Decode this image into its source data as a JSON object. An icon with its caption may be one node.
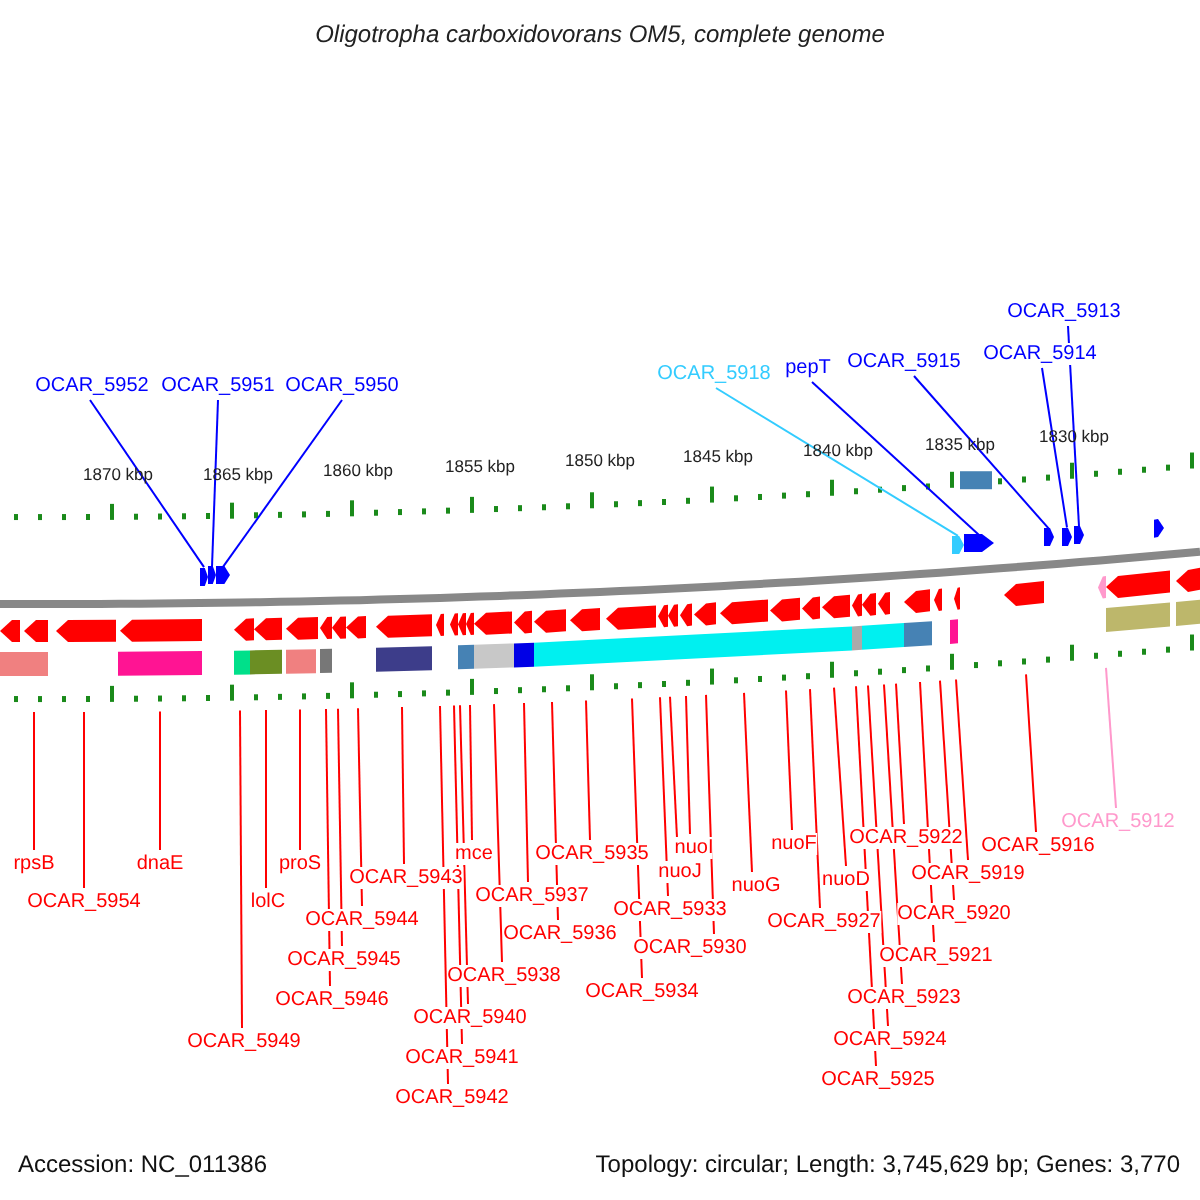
{
  "diagram": {
    "title": "Oligotropha carboxidovorans OM5, complete genome",
    "nodes": [
      {
        "text": [
          "OCAR_5952"
        ]
      },
      {
        "text": [
          "OCAR_5951"
        ]
      },
      {
        "text": [
          "OCAR_5950"
        ]
      },
      {
        "text": [
          "OCAR_5918"
        ]
      },
      {
        "text": [
          "pepT"
        ]
      },
      {
        "text": [
          "OCAR_5915"
        ]
      },
      {
        "text": [
          "OCAR_5914"
        ]
      },
      {
        "text": [
          "OCAR_5913"
        ]
      },
      {
        "text": [
          "rpsB"
        ]
      },
      {
        "text": [
          "OCAR_5954"
        ]
      },
      {
        "text": [
          "dnaE"
        ]
      },
      {
        "text": [
          "lolC"
        ]
      },
      {
        "text": [
          "proS"
        ]
      },
      {
        "text": [
          "OCAR_5943"
        ]
      },
      {
        "text": [
          "OCAR_5944"
        ]
      },
      {
        "text": [
          "OCAR_5945"
        ]
      },
      {
        "text": [
          "OCAR_5946"
        ]
      },
      {
        "text": [
          "OCAR_5949"
        ]
      },
      {
        "text": [
          "mce"
        ]
      },
      {
        "text": [
          "OCAR_5937"
        ]
      },
      {
        "text": [
          "OCAR_5936"
        ]
      },
      {
        "text": [
          "OCAR_5938"
        ]
      },
      {
        "text": [
          "OCAR_5940"
        ]
      },
      {
        "text": [
          "OCAR_5941"
        ]
      },
      {
        "text": [
          "OCAR_5942"
        ]
      },
      {
        "text": [
          "OCAR_5935"
        ]
      },
      {
        "text": [
          "OCAR_5934"
        ]
      },
      {
        "text": [
          "OCAR_5933"
        ]
      },
      {
        "text": [
          "nuoJ"
        ]
      },
      {
        "text": [
          "nuoI"
        ]
      },
      {
        "text": [
          "OCAR_5930"
        ]
      },
      {
        "text": [
          "nuoG"
        ]
      },
      {
        "text": [
          "nuoF"
        ]
      },
      {
        "text": [
          "OCAR_5927"
        ]
      },
      {
        "text": [
          "nuoD"
        ]
      },
      {
        "text": [
          "OCAR_5925"
        ]
      },
      {
        "text": [
          "OCAR_5924"
        ]
      },
      {
        "text": [
          "OCAR_5923"
        ]
      },
      {
        "text": [
          "OCAR_5922"
        ]
      },
      {
        "text": [
          "OCAR_5921"
        ]
      },
      {
        "text": [
          "OCAR_5920"
        ]
      },
      {
        "text": [
          "OCAR_5919"
        ]
      },
      {
        "text": [
          "OCAR_5916"
        ]
      },
      {
        "text": [
          "OCAR_5912"
        ]
      },
      {
        "text": [],
        "shape": "pentagon"
      },
      {
        "text": [],
        "shape": "pentagon"
      },
      {
        "text": [],
        "shape": "pentagon"
      },
      {
        "text": [],
        "shape": "pentagon"
      },
      {
        "text": [],
        "shape": "pentagon"
      },
      {
        "text": [],
        "shape": "pentagon"
      },
      {
        "text": [],
        "shape": "pentagon"
      },
      {
        "text": [],
        "shape": "pentagon"
      }
    ],
    "edges": [
      {
        "from": 0,
        "to": 44,
        "arrow": "none",
        "color": "#0000ff"
      },
      {
        "from": 1,
        "to": 45,
        "arrow": "none",
        "color": "#0000ff"
      },
      {
        "from": 2,
        "to": 46,
        "arrow": "none",
        "color": "#0000ff"
      },
      {
        "from": 3,
        "to": 47,
        "arrow": "none",
        "color": "#33ccff"
      },
      {
        "from": 4,
        "to": 48,
        "arrow": "none",
        "color": "#0000ff"
      },
      {
        "from": 5,
        "to": 49,
        "arrow": "none",
        "color": "#0000ff"
      },
      {
        "from": 6,
        "to": 50,
        "arrow": "none",
        "color": "#0000ff"
      },
      {
        "from": 7,
        "to": 51,
        "arrow": "none",
        "color": "#0000ff"
      },
      {
        "from": 8,
        "to": null,
        "arrow": "none"
      },
      {
        "from": 9,
        "to": null,
        "arrow": "none"
      },
      {
        "from": 10,
        "to": null,
        "arrow": "none"
      },
      {
        "from": 11,
        "to": null,
        "arrow": "none"
      },
      {
        "from": 12,
        "to": null,
        "arrow": "none"
      },
      {
        "from": 13,
        "to": null,
        "arrow": "none"
      },
      {
        "from": 14,
        "to": null,
        "arrow": "none"
      },
      {
        "from": 15,
        "to": null,
        "arrow": "none"
      },
      {
        "from": 16,
        "to": null,
        "arrow": "none"
      },
      {
        "from": 17,
        "to": null,
        "arrow": "none"
      },
      {
        "from": 18,
        "to": null,
        "arrow": "none"
      },
      {
        "from": 19,
        "to": null,
        "arrow": "none"
      },
      {
        "from": 20,
        "to": null,
        "arrow": "none"
      },
      {
        "from": 21,
        "to": null,
        "arrow": "none"
      },
      {
        "from": 22,
        "to": null,
        "arrow": "none"
      },
      {
        "from": 23,
        "to": null,
        "arrow": "none"
      },
      {
        "from": 24,
        "to": null,
        "arrow": "none"
      },
      {
        "from": 25,
        "to": null,
        "arrow": "none"
      },
      {
        "from": 26,
        "to": null,
        "arrow": "none"
      },
      {
        "from": 27,
        "to": null,
        "arrow": "none"
      },
      {
        "from": 28,
        "to": null,
        "arrow": "none"
      },
      {
        "from": 29,
        "to": null,
        "arrow": "none"
      },
      {
        "from": 30,
        "to": null,
        "arrow": "none"
      },
      {
        "from": 31,
        "to": null,
        "arrow": "none"
      },
      {
        "from": 32,
        "to": null,
        "arrow": "none"
      },
      {
        "from": 33,
        "to": null,
        "arrow": "none"
      },
      {
        "from": 34,
        "to": null,
        "arrow": "none"
      },
      {
        "from": 35,
        "to": null,
        "arrow": "none"
      },
      {
        "from": 36,
        "to": null,
        "arrow": "none"
      },
      {
        "from": 37,
        "to": null,
        "arrow": "none"
      },
      {
        "from": 38,
        "to": null,
        "arrow": "none"
      },
      {
        "from": 39,
        "to": null,
        "arrow": "none"
      },
      {
        "from": 40,
        "to": null,
        "arrow": "none"
      },
      {
        "from": 41,
        "to": null,
        "arrow": "none"
      },
      {
        "from": 42,
        "to": null,
        "arrow": "none"
      },
      {
        "from": 43,
        "to": null,
        "arrow": "none",
        "color": "#ff99cc"
      }
    ],
    "labels": [
      "1870 kbp",
      "1865 kbp",
      "1860 kbp",
      "1855 kbp",
      "1850 kbp",
      "1845 kbp",
      "1840 kbp",
      "1835 kbp",
      "1830 kbp",
      "Accession: NC_011386",
      "Topology: circular; Length: 3,745,629 bp; Genes: 3,770"
    ]
  }
}
